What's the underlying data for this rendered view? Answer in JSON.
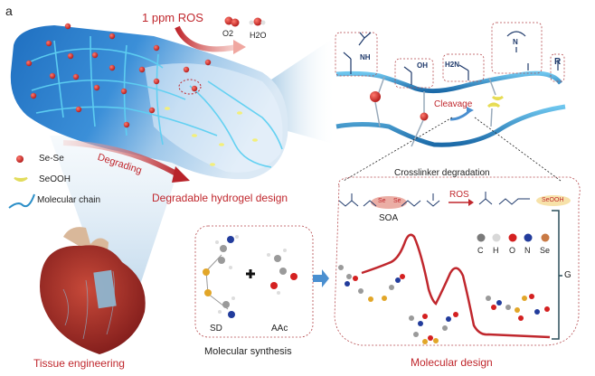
{
  "panel_label": "a",
  "hydrogel": {
    "ros_label": "1 ppm ROS",
    "products": [
      "O2",
      "H2O"
    ],
    "degrading_label": "Degrading",
    "caption": "Degradable hydrogel design"
  },
  "legend": {
    "items": [
      {
        "symbol": "red-sphere",
        "label": "Se-Se"
      },
      {
        "symbol": "yellow-crescent",
        "label": "SeOOH"
      },
      {
        "symbol": "blue-curve",
        "label": "Molecular chain"
      }
    ]
  },
  "network": {
    "functional_groups": [
      "NH",
      "OH",
      "H2N",
      "N",
      "R"
    ],
    "cleavage_label": "Cleavage",
    "caption": "Crosslinker degradation"
  },
  "tissue": {
    "caption": "Tissue engineering"
  },
  "synthesis": {
    "reactants": [
      "SD",
      "AAc"
    ],
    "plus": "+",
    "caption": "Molecular synthesis"
  },
  "design": {
    "crosslinker_name": "SOA",
    "se_label": "Se",
    "ros_arrow": "ROS",
    "product_label": "SeOOH",
    "energy_axis": "G",
    "atom_legend": [
      {
        "symbol": "C",
        "color": "#7a7a7a"
      },
      {
        "symbol": "H",
        "color": "#d8d8d8"
      },
      {
        "symbol": "O",
        "color": "#d42020"
      },
      {
        "symbol": "N",
        "color": "#223c9c"
      },
      {
        "symbol": "Se",
        "color": "#c97a45"
      }
    ],
    "caption": "Molecular design"
  },
  "colors": {
    "accent_red": "#c0272d",
    "chain_blue": "#2c8fc8",
    "dash_red": "#b5494d"
  }
}
